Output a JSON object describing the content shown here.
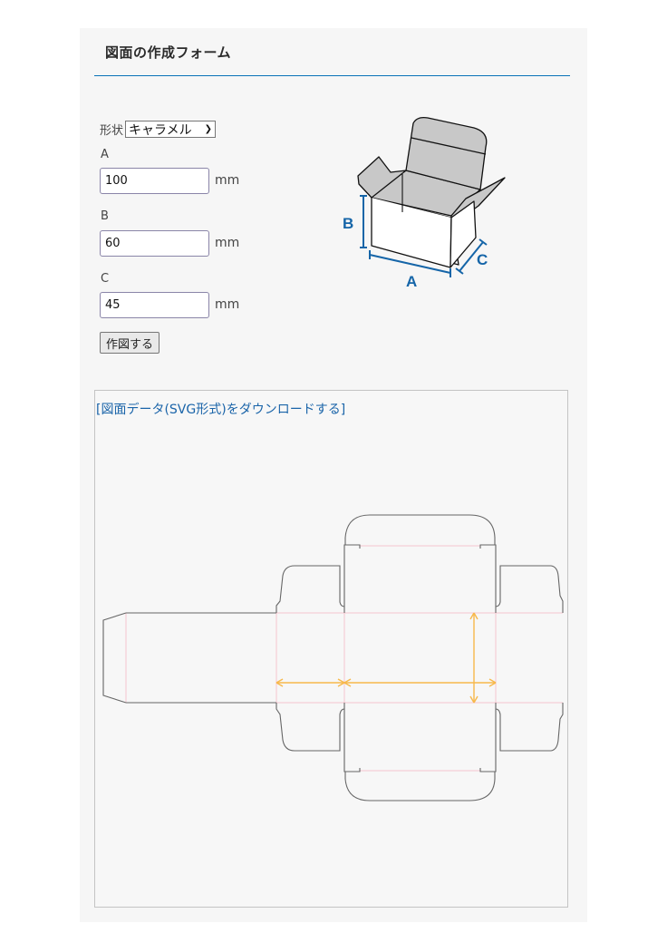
{
  "header": {
    "title": "図面の作成フォーム"
  },
  "form": {
    "shape_label": "形状",
    "shape_selected": "キャラメル",
    "fields": [
      {
        "label": "A",
        "value": "100",
        "unit": "mm"
      },
      {
        "label": "B",
        "value": "60",
        "unit": "mm"
      },
      {
        "label": "C",
        "value": "45",
        "unit": "mm"
      }
    ],
    "submit_label": "作図する"
  },
  "illustration": {
    "dim_labels": [
      "A",
      "B",
      "C"
    ],
    "dim_color": "#1565a8",
    "fill_color": "#c8c8c8"
  },
  "drawing": {
    "download_link": "[図面データ(SVG形式)をダウンロードする]",
    "cut_line_color": "#666666",
    "crease_line_color": "#f5c6cf",
    "dimension_line_color": "#f7b84b"
  }
}
